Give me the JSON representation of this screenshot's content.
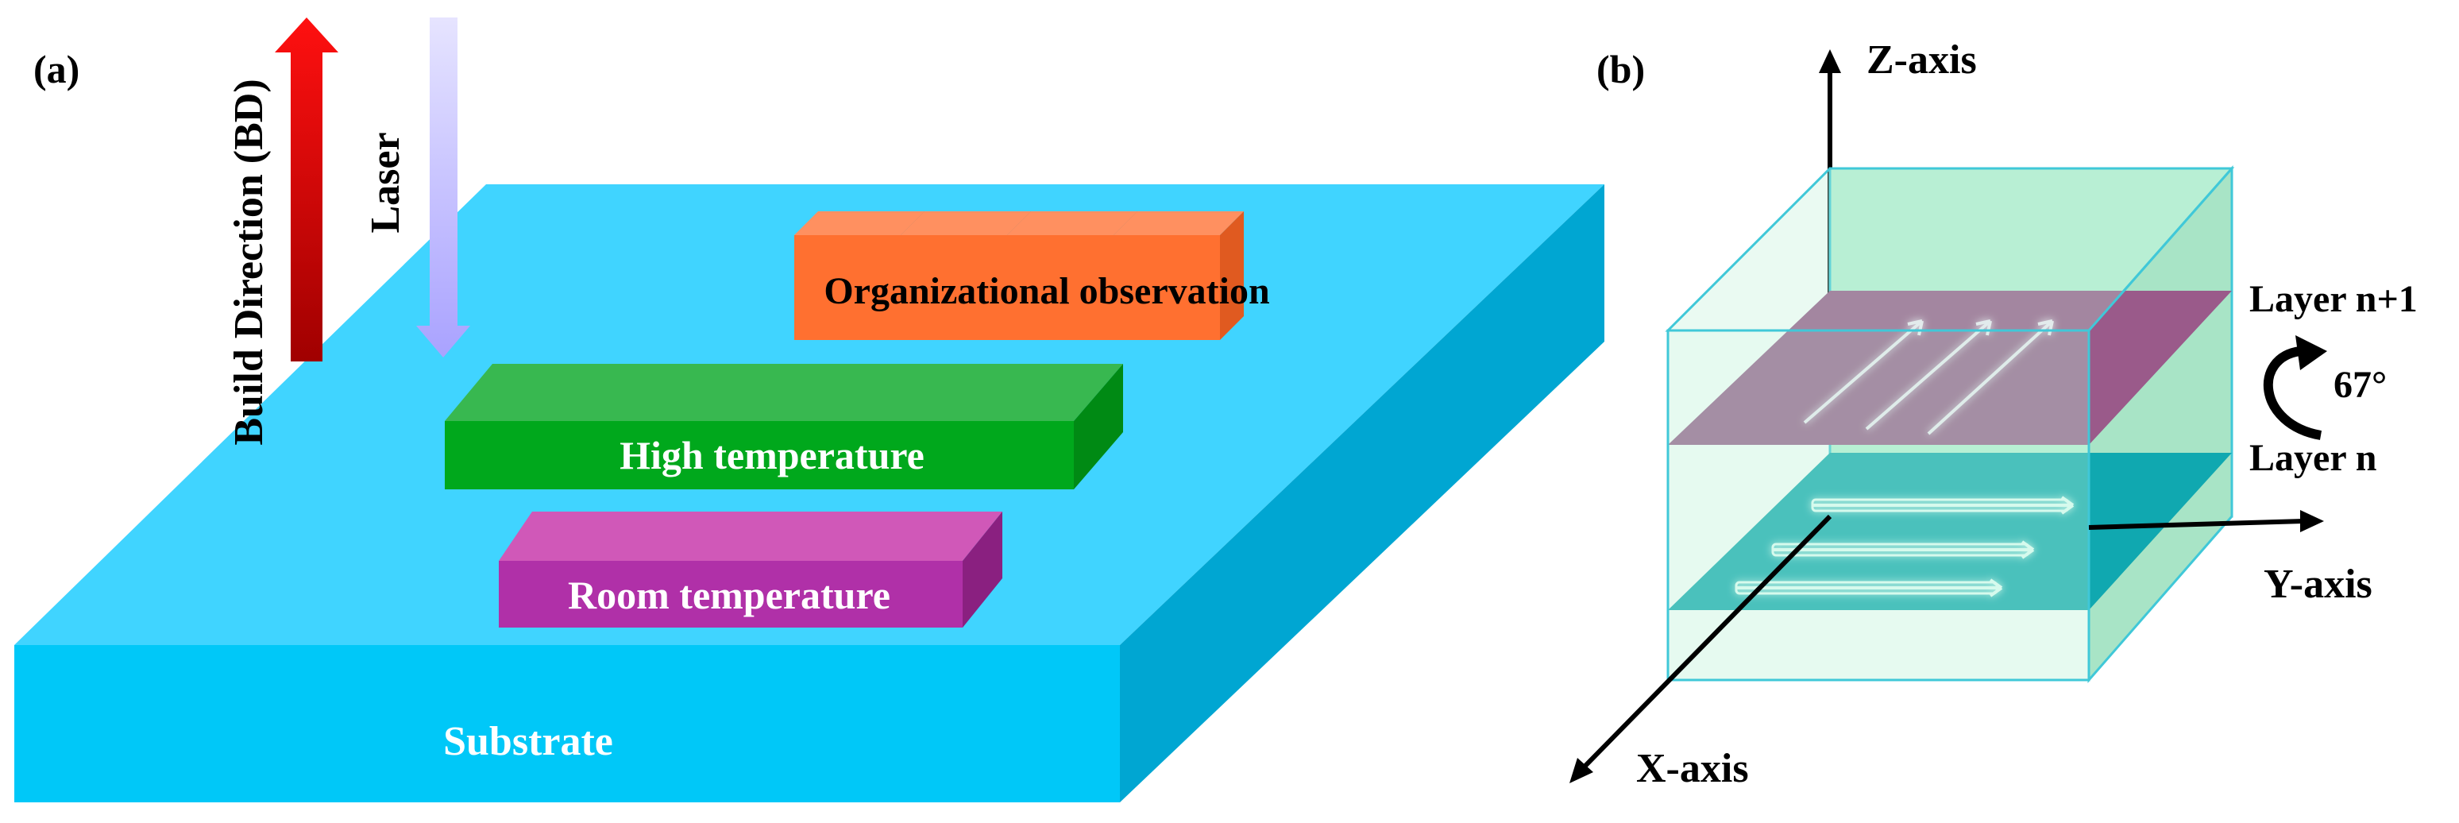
{
  "panel_a": {
    "label": "(a)",
    "build_direction": "Build Direction (BD)",
    "laser": "Laser",
    "organizational": "Organizational observation",
    "high_temp": "High temperature",
    "room_temp": "Room temperature",
    "substrate": "Substrate",
    "colors": {
      "substrate_front": "#00c8f8",
      "substrate_top": "#40d4ff",
      "substrate_side": "#00a6d2",
      "high_front": "#00a81c",
      "high_top": "#38b850",
      "room_front": "#b030a8",
      "room_top": "#d058b8",
      "org_front": "#ff7030",
      "org_top": "#ff9060",
      "bd_arrow": "#d80000",
      "laser_arrow": "#a9a2ff"
    }
  },
  "panel_b": {
    "label": "(b)",
    "z_axis": "Z-axis",
    "y_axis": "Y-axis",
    "x_axis": "X-axis",
    "layer_top": "Layer n+1",
    "layer_bottom": "Layer n",
    "angle": "67°",
    "colors": {
      "cube_fill": "#b8f0d4",
      "cube_edge": "#40c8d8",
      "layer_top": "#9a5a8a",
      "layer_bottom": "#10a8b0"
    }
  }
}
